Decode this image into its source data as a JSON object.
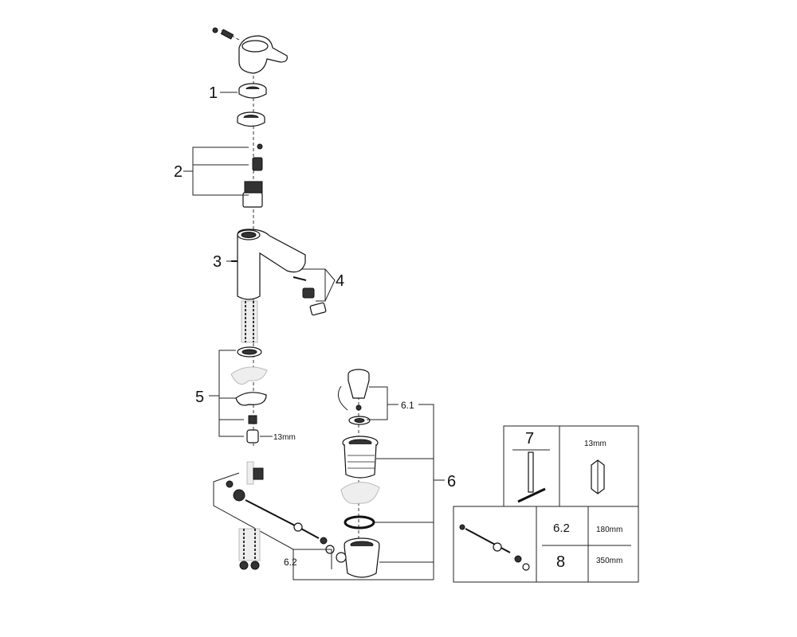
{
  "labels": {
    "l1": "1",
    "l2": "2",
    "l3": "3",
    "l4": "4",
    "l5": "5",
    "l6": "6",
    "l61": "6.1",
    "l62": "6.2",
    "size_13mm": "13mm"
  },
  "table": {
    "tool_num": "7",
    "tool_size": "13mm",
    "row1_code": "6.2",
    "row1_len": "180mm",
    "row2_code": "8",
    "row2_len": "350mm"
  }
}
